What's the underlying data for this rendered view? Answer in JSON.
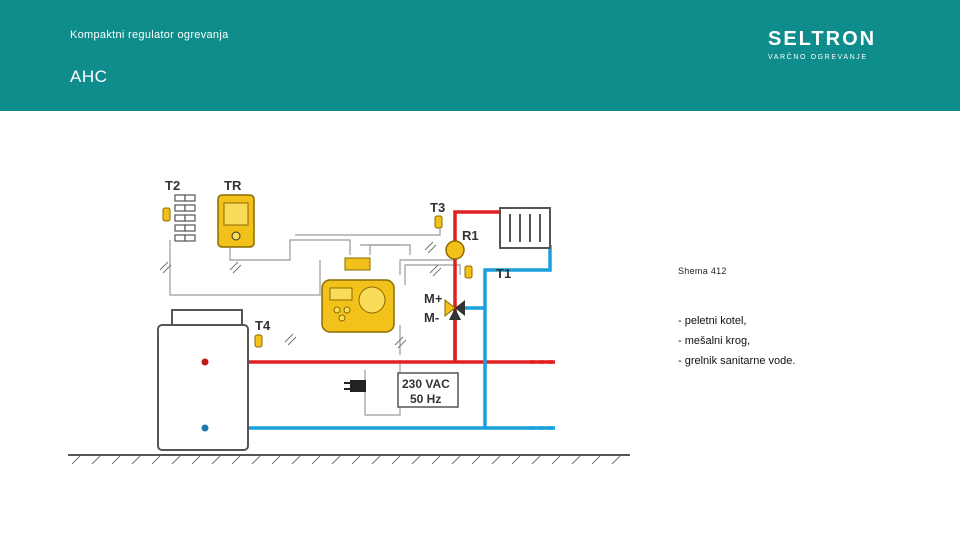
{
  "header": {
    "subtitle": "Kompaktni regulator ogrevanja",
    "title": "AHC",
    "logo": {
      "name": "SELTRON",
      "tagline": "VARČNO OGREVANJE"
    },
    "background_color": "#0f8c8c"
  },
  "diagram": {
    "labels": {
      "t2": "T2",
      "tr": "TR",
      "t3": "T3",
      "r1": "R1",
      "t1": "T1",
      "m_plus": "M+",
      "m_minus": "M-",
      "t4": "T4",
      "power_line1": "230 VAC",
      "power_line2": "50 Hz"
    },
    "colors": {
      "hot": "#e02020",
      "cold": "#1aa0dc",
      "device": "#f2c21a",
      "wire": "#9a9a9a"
    }
  },
  "caption": {
    "scheme": "Shema 412",
    "items": [
      "- peletni kotel,",
      "- mešalni krog,",
      "- grelnik sanitarne vode."
    ]
  }
}
